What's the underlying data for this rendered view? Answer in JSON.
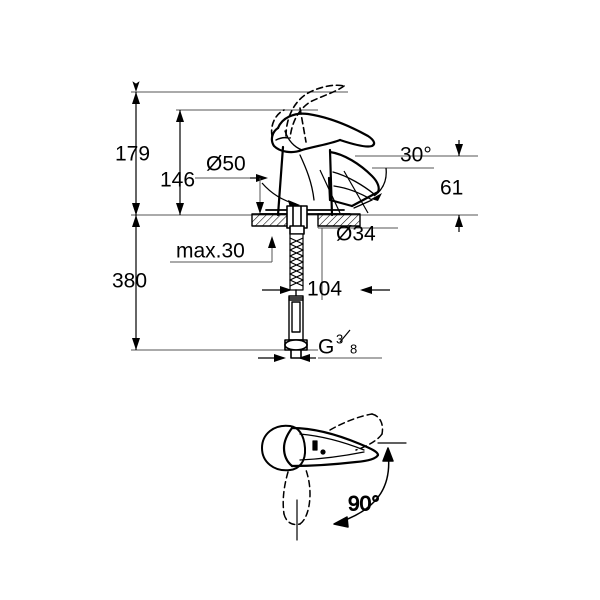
{
  "drawing": {
    "type": "technical-dimension-drawing",
    "subject": "single-lever basin mixer faucet",
    "background_color": "#ffffff",
    "line_color": "#000000",
    "dimension_line_color": "#555555",
    "views": [
      {
        "name": "side-elevation",
        "position": "upper"
      },
      {
        "name": "top-view-swivel",
        "position": "lower"
      }
    ]
  },
  "dimensions": {
    "height_total": "179",
    "height_spout_top": "146",
    "height_below_basin": "380",
    "spout_height": "61",
    "escutcheon_diameter": "Ø50",
    "body_diameter": "Ø34",
    "max_thickness": "max.30",
    "spout_reach": "104",
    "spout_angle": "30°",
    "thread_size_letter": "G",
    "thread_numerator": "3",
    "thread_denominator": "8",
    "swivel_angle": "90°"
  },
  "labels": [
    {
      "id": "dim-179",
      "text": "179"
    },
    {
      "id": "dim-146",
      "text": "146"
    },
    {
      "id": "dim-380",
      "text": "380"
    },
    {
      "id": "dim-61",
      "text": "61"
    },
    {
      "id": "dim-d50",
      "text": "Ø50"
    },
    {
      "id": "dim-d34",
      "text": "Ø34"
    },
    {
      "id": "dim-max30",
      "text": "max.30"
    },
    {
      "id": "dim-104",
      "text": "104"
    },
    {
      "id": "dim-30deg",
      "text": "30°"
    },
    {
      "id": "dim-g38",
      "text": "G 3/8"
    },
    {
      "id": "dim-90deg",
      "text": "90°"
    }
  ]
}
